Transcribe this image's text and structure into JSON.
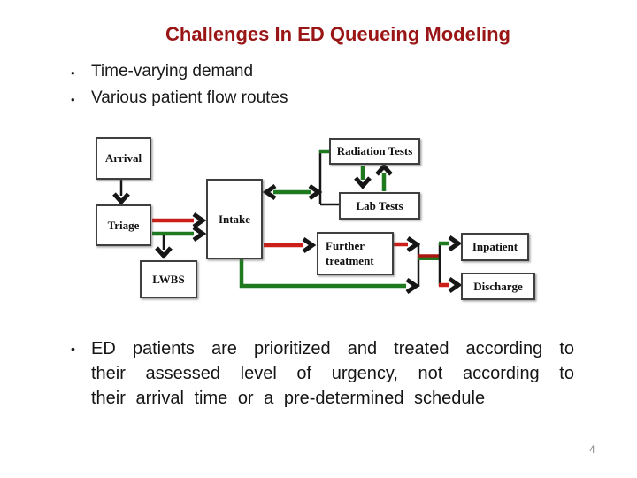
{
  "slide": {
    "title": "Challenges In ED Queueing Modeling",
    "bullet_char": "•",
    "bullets": [
      "Time-varying demand",
      "Various patient flow routes"
    ],
    "bottom_bullet_lines": [
      "ED patients are prioritized and treated according to",
      "their assessed level of urgency, not according to",
      "their arrival time or a pre-determined schedule"
    ],
    "page_number": "4"
  },
  "diagram": {
    "colors": {
      "green": "#1f7a1f",
      "red": "#cb1f19",
      "maroonRed": "#a81711",
      "black": "#161616"
    },
    "nodes": [
      {
        "id": "arrival",
        "label": "Arrival"
      },
      {
        "id": "triage",
        "label": "Triage"
      },
      {
        "id": "lwbs",
        "label": "LWBS"
      },
      {
        "id": "intake",
        "label": "Intake"
      },
      {
        "id": "radiation-tests",
        "label": "Radiation Tests"
      },
      {
        "id": "lab-tests",
        "label": "Lab Tests"
      },
      {
        "id": "further-treatment",
        "label": "Further treatment"
      },
      {
        "id": "inpatient",
        "label": "Inpatient"
      },
      {
        "id": "discharge",
        "label": "Discharge"
      }
    ],
    "edges": [
      {
        "from": "Arrival",
        "to": "Triage",
        "color": "black"
      },
      {
        "from": "Triage",
        "to": "Intake",
        "color": "red"
      },
      {
        "from": "Triage",
        "to": "Intake",
        "color": "green"
      },
      {
        "from": "Triage",
        "to": "LWBS",
        "color": "black"
      },
      {
        "from": "Intake",
        "to": "Radiation Tests / Lab Tests",
        "color": "green",
        "bidirectional": true
      },
      {
        "from": "Radiation Tests",
        "to": "Lab Tests",
        "color": "green"
      },
      {
        "from": "Lab Tests",
        "to": "Radiation Tests",
        "color": "green"
      },
      {
        "from": "Intake",
        "to": "Further treatment",
        "color": "red"
      },
      {
        "from": "Intake",
        "to": "outcome junction",
        "color": "green"
      },
      {
        "from": "Further treatment",
        "to": "outcome junction",
        "color": "red"
      },
      {
        "from": "outcome junction",
        "to": "Inpatient",
        "color": "green"
      },
      {
        "from": "outcome junction",
        "to": "Discharge",
        "color": "red"
      }
    ]
  }
}
